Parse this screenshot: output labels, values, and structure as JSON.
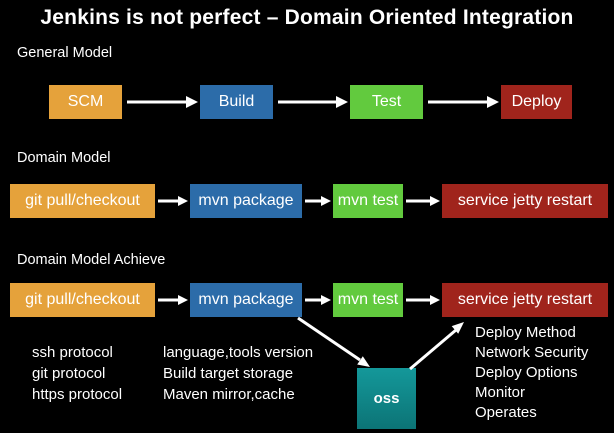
{
  "title": "Jenkins is not perfect – Domain Oriented Integration",
  "colors": {
    "background": "#000000",
    "text": "#ffffff",
    "arrow": "#ffffff",
    "orange": "#E5A23B",
    "blue": "#2C6CA9",
    "green": "#62CA3E",
    "red": "#A0241C",
    "teal_top": "#14989A",
    "teal_bottom": "#0C7476"
  },
  "sections": [
    {
      "label": "General Model",
      "boxes": [
        {
          "label": "SCM",
          "color": "#E5A23B"
        },
        {
          "label": "Build",
          "color": "#2C6CA9"
        },
        {
          "label": "Test",
          "color": "#62CA3E"
        },
        {
          "label": "Deploy",
          "color": "#A0241C"
        }
      ]
    },
    {
      "label": "Domain Model",
      "boxes": [
        {
          "label": "git pull/checkout",
          "color": "#E5A23B"
        },
        {
          "label": "mvn package",
          "color": "#2C6CA9"
        },
        {
          "label": "mvn test",
          "color": "#62CA3E"
        },
        {
          "label": "service jetty restart",
          "color": "#A0241C"
        }
      ]
    },
    {
      "label": "Domain Model Achieve",
      "boxes": [
        {
          "label": "git pull/checkout",
          "color": "#E5A23B"
        },
        {
          "label": "mvn package",
          "color": "#2C6CA9"
        },
        {
          "label": "mvn test",
          "color": "#62CA3E"
        },
        {
          "label": "service jetty restart",
          "color": "#A0241C"
        }
      ]
    }
  ],
  "oss": {
    "label": "oss"
  },
  "annotations": {
    "protocols": [
      "ssh protocol",
      "git protocol",
      "https protocol"
    ],
    "build_notes": [
      "language,tools version",
      "Build target storage",
      "Maven mirror,cache"
    ],
    "deploy_notes": [
      "Deploy Method",
      "Network Security",
      "Deploy Options",
      "Monitor",
      "Operates"
    ]
  }
}
